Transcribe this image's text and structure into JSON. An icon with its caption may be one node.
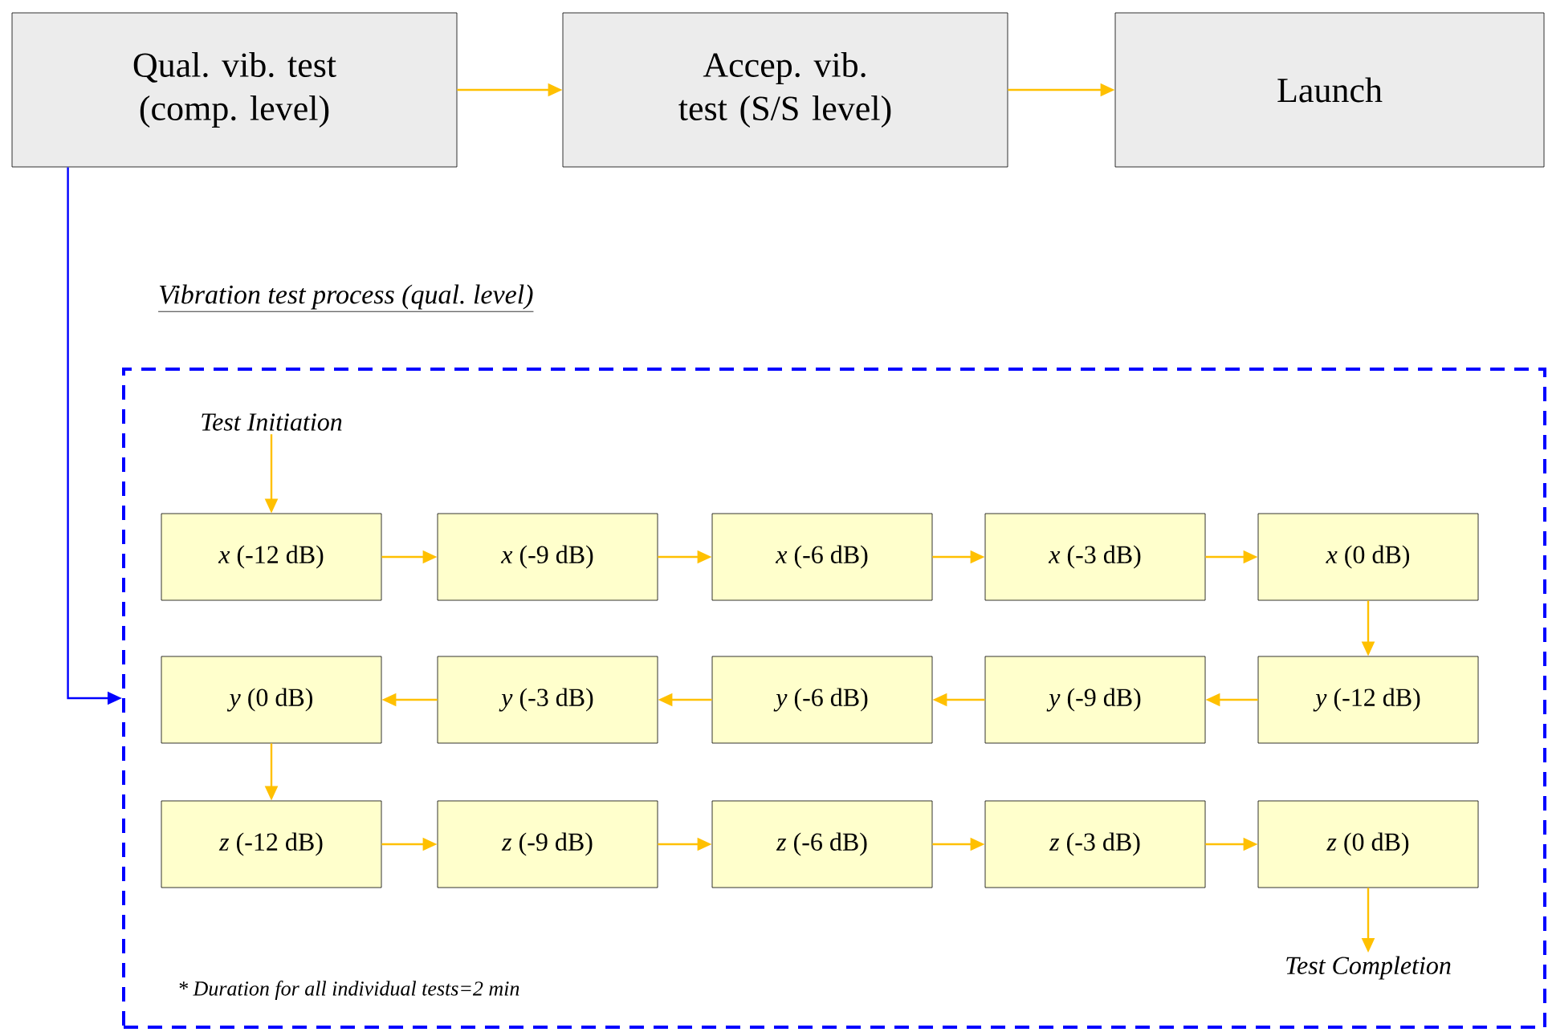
{
  "diagram": {
    "nodes": [
      {
        "text": [
          "Qual. vib. test (comp. level)"
        ]
      },
      {
        "text": [
          "Accep. vib. test (S/S level)"
        ]
      },
      {
        "text": [
          "Launch"
        ]
      },
      {
        "text": [
          "Vibration test process (qual. level)"
        ]
      },
      {
        "text": [
          "Test Initiation"
        ],
        "in": 3
      },
      {
        "text": [
          "*x* (-12 dB)"
        ],
        "in": 3
      },
      {
        "text": [
          "*x* (-9 dB)"
        ],
        "in": 3
      },
      {
        "text": [
          "*x* (-6 dB)"
        ],
        "in": 3
      },
      {
        "text": [
          "*x* (-3 dB)"
        ],
        "in": 3
      },
      {
        "text": [
          "*x* (0 dB)"
        ],
        "in": 3
      },
      {
        "text": [
          "*y* (0 dB)"
        ],
        "in": 3
      },
      {
        "text": [
          "*y* (-3 dB)"
        ],
        "in": 3
      },
      {
        "text": [
          "*y* (-6 dB)"
        ],
        "in": 3
      },
      {
        "text": [
          "*y* (-9 dB)"
        ],
        "in": 3
      },
      {
        "text": [
          "*y* (-12 dB)"
        ],
        "in": 3
      },
      {
        "text": [
          "*z* (-12 dB)"
        ],
        "in": 3
      },
      {
        "text": [
          "*z* (-9 dB)"
        ],
        "in": 3
      },
      {
        "text": [
          "*z* (-6 dB)"
        ],
        "in": 3
      },
      {
        "text": [
          "*z* (-3 dB)"
        ],
        "in": 3
      },
      {
        "text": [
          "*z* (0 dB)"
        ],
        "in": 3
      },
      {
        "text": [
          "Test Completion"
        ],
        "in": 3
      }
    ],
    "edges": [
      {
        "from": 0,
        "to": 1,
        "arrow": "to"
      },
      {
        "from": 1,
        "to": 2,
        "arrow": "to"
      },
      {
        "from": 0,
        "to": 3,
        "arrow": "to",
        "color": "#0000ff"
      },
      {
        "from": 4,
        "to": 5,
        "arrow": "to"
      },
      {
        "from": 5,
        "to": 6,
        "arrow": "to"
      },
      {
        "from": 6,
        "to": 7,
        "arrow": "to"
      },
      {
        "from": 7,
        "to": 8,
        "arrow": "to"
      },
      {
        "from": 8,
        "to": 9,
        "arrow": "to"
      },
      {
        "from": 9,
        "to": 14,
        "arrow": "to"
      },
      {
        "from": 14,
        "to": 13,
        "arrow": "to"
      },
      {
        "from": 13,
        "to": 12,
        "arrow": "to"
      },
      {
        "from": 12,
        "to": 11,
        "arrow": "to"
      },
      {
        "from": 11,
        "to": 10,
        "arrow": "to"
      },
      {
        "from": 10,
        "to": 15,
        "arrow": "to"
      },
      {
        "from": 15,
        "to": 16,
        "arrow": "to"
      },
      {
        "from": 16,
        "to": 17,
        "arrow": "to"
      },
      {
        "from": 17,
        "to": 18,
        "arrow": "to"
      },
      {
        "from": 18,
        "to": 19,
        "arrow": "to"
      },
      {
        "from": 19,
        "to": 20,
        "arrow": "to"
      }
    ],
    "labels": [
      "* Duration for all individual tests=2 min"
    ]
  }
}
